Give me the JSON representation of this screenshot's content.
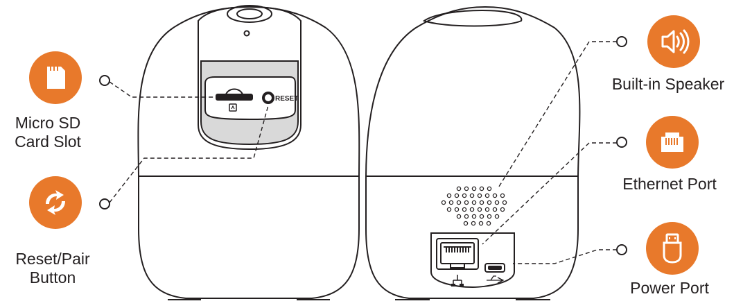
{
  "accent_color": "#e8792b",
  "front_camera": {
    "reset_text": "RESET"
  },
  "callouts": {
    "sd_slot": {
      "label_line1": "Micro SD",
      "label_line2": "Card Slot",
      "icon": "sd-card-icon"
    },
    "reset": {
      "label_line1": "Reset/Pair",
      "label_line2": "Button",
      "icon": "sync-arrows-icon"
    },
    "speaker": {
      "label": "Built-in Speaker",
      "icon": "speaker-icon"
    },
    "ethernet": {
      "label": "Ethernet Port",
      "icon": "ethernet-icon"
    },
    "power": {
      "label": "Power Port",
      "icon": "usb-plug-icon"
    }
  }
}
